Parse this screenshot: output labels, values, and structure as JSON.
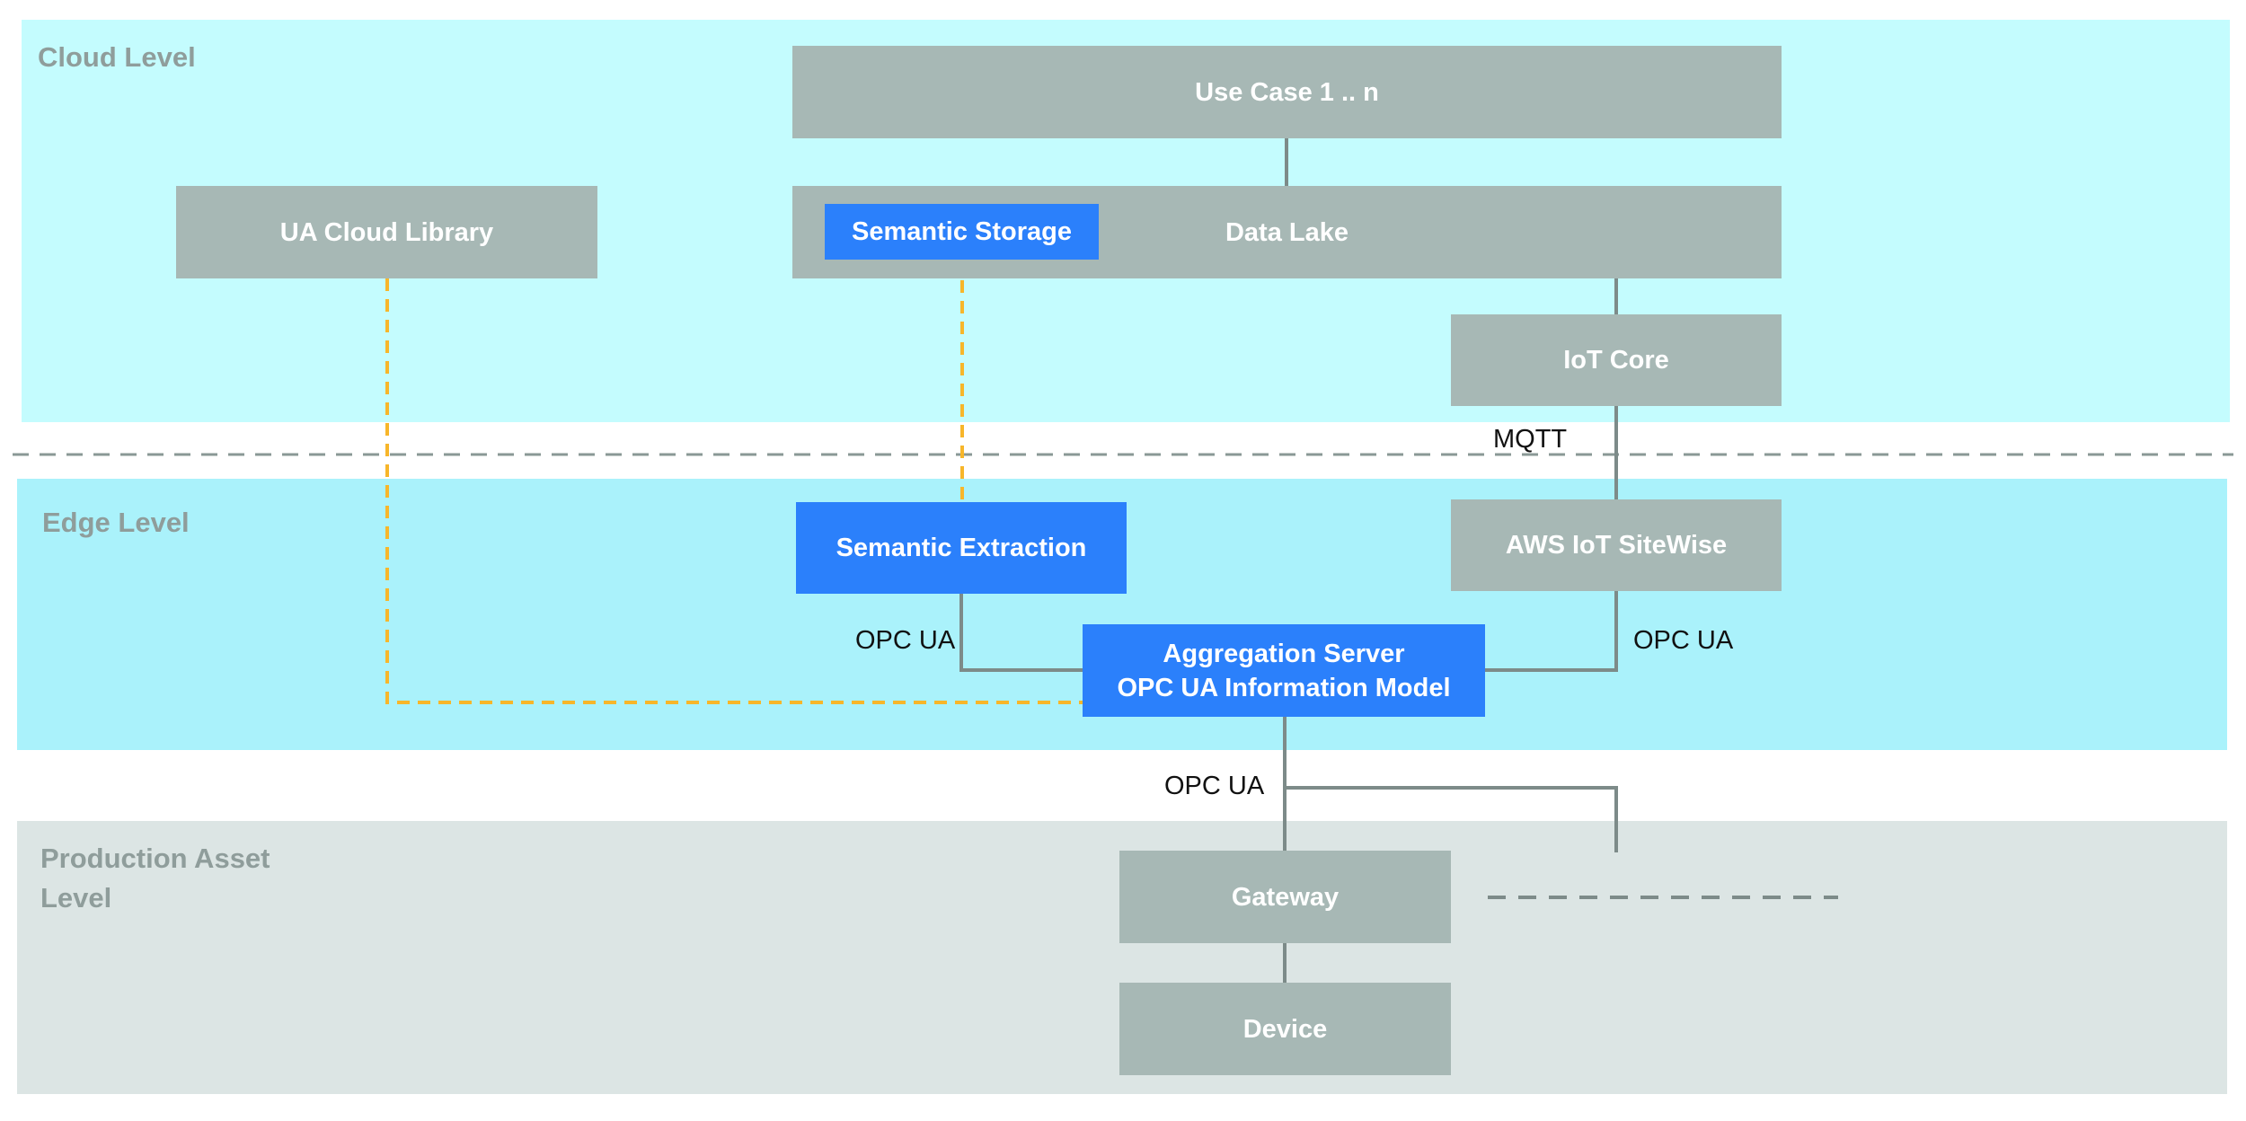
{
  "zones": {
    "cloud": "Cloud Level",
    "edge": "Edge Level",
    "production": "Production Asset Level"
  },
  "boxes": {
    "use_case": "Use Case 1 .. n",
    "data_lake": "Data Lake",
    "ua_cloud_library": "UA Cloud Library",
    "semantic_storage": "Semantic Storage",
    "iot_core": "IoT Core",
    "aws_iot_sitewise": "AWS IoT SiteWise",
    "semantic_extraction": "Semantic Extraction",
    "aggregation_line1": "Aggregation Server",
    "aggregation_line2": "OPC UA Information Model",
    "gateway": "Gateway",
    "device": "Device"
  },
  "connections": {
    "mqtt": "MQTT",
    "opc_ua_left": "OPC UA",
    "opc_ua_right": "OPC UA",
    "opc_ua_bottom": "OPC UA"
  },
  "colors": {
    "cloud_zone": "#c4fcfe",
    "edge_zone": "#aaf2fb",
    "production_zone": "#dce5e4",
    "gray_box": "#a7b8b5",
    "blue_box": "#2b80fb",
    "semantic_link": "#f7b62a",
    "connector": "#7d8b89"
  }
}
